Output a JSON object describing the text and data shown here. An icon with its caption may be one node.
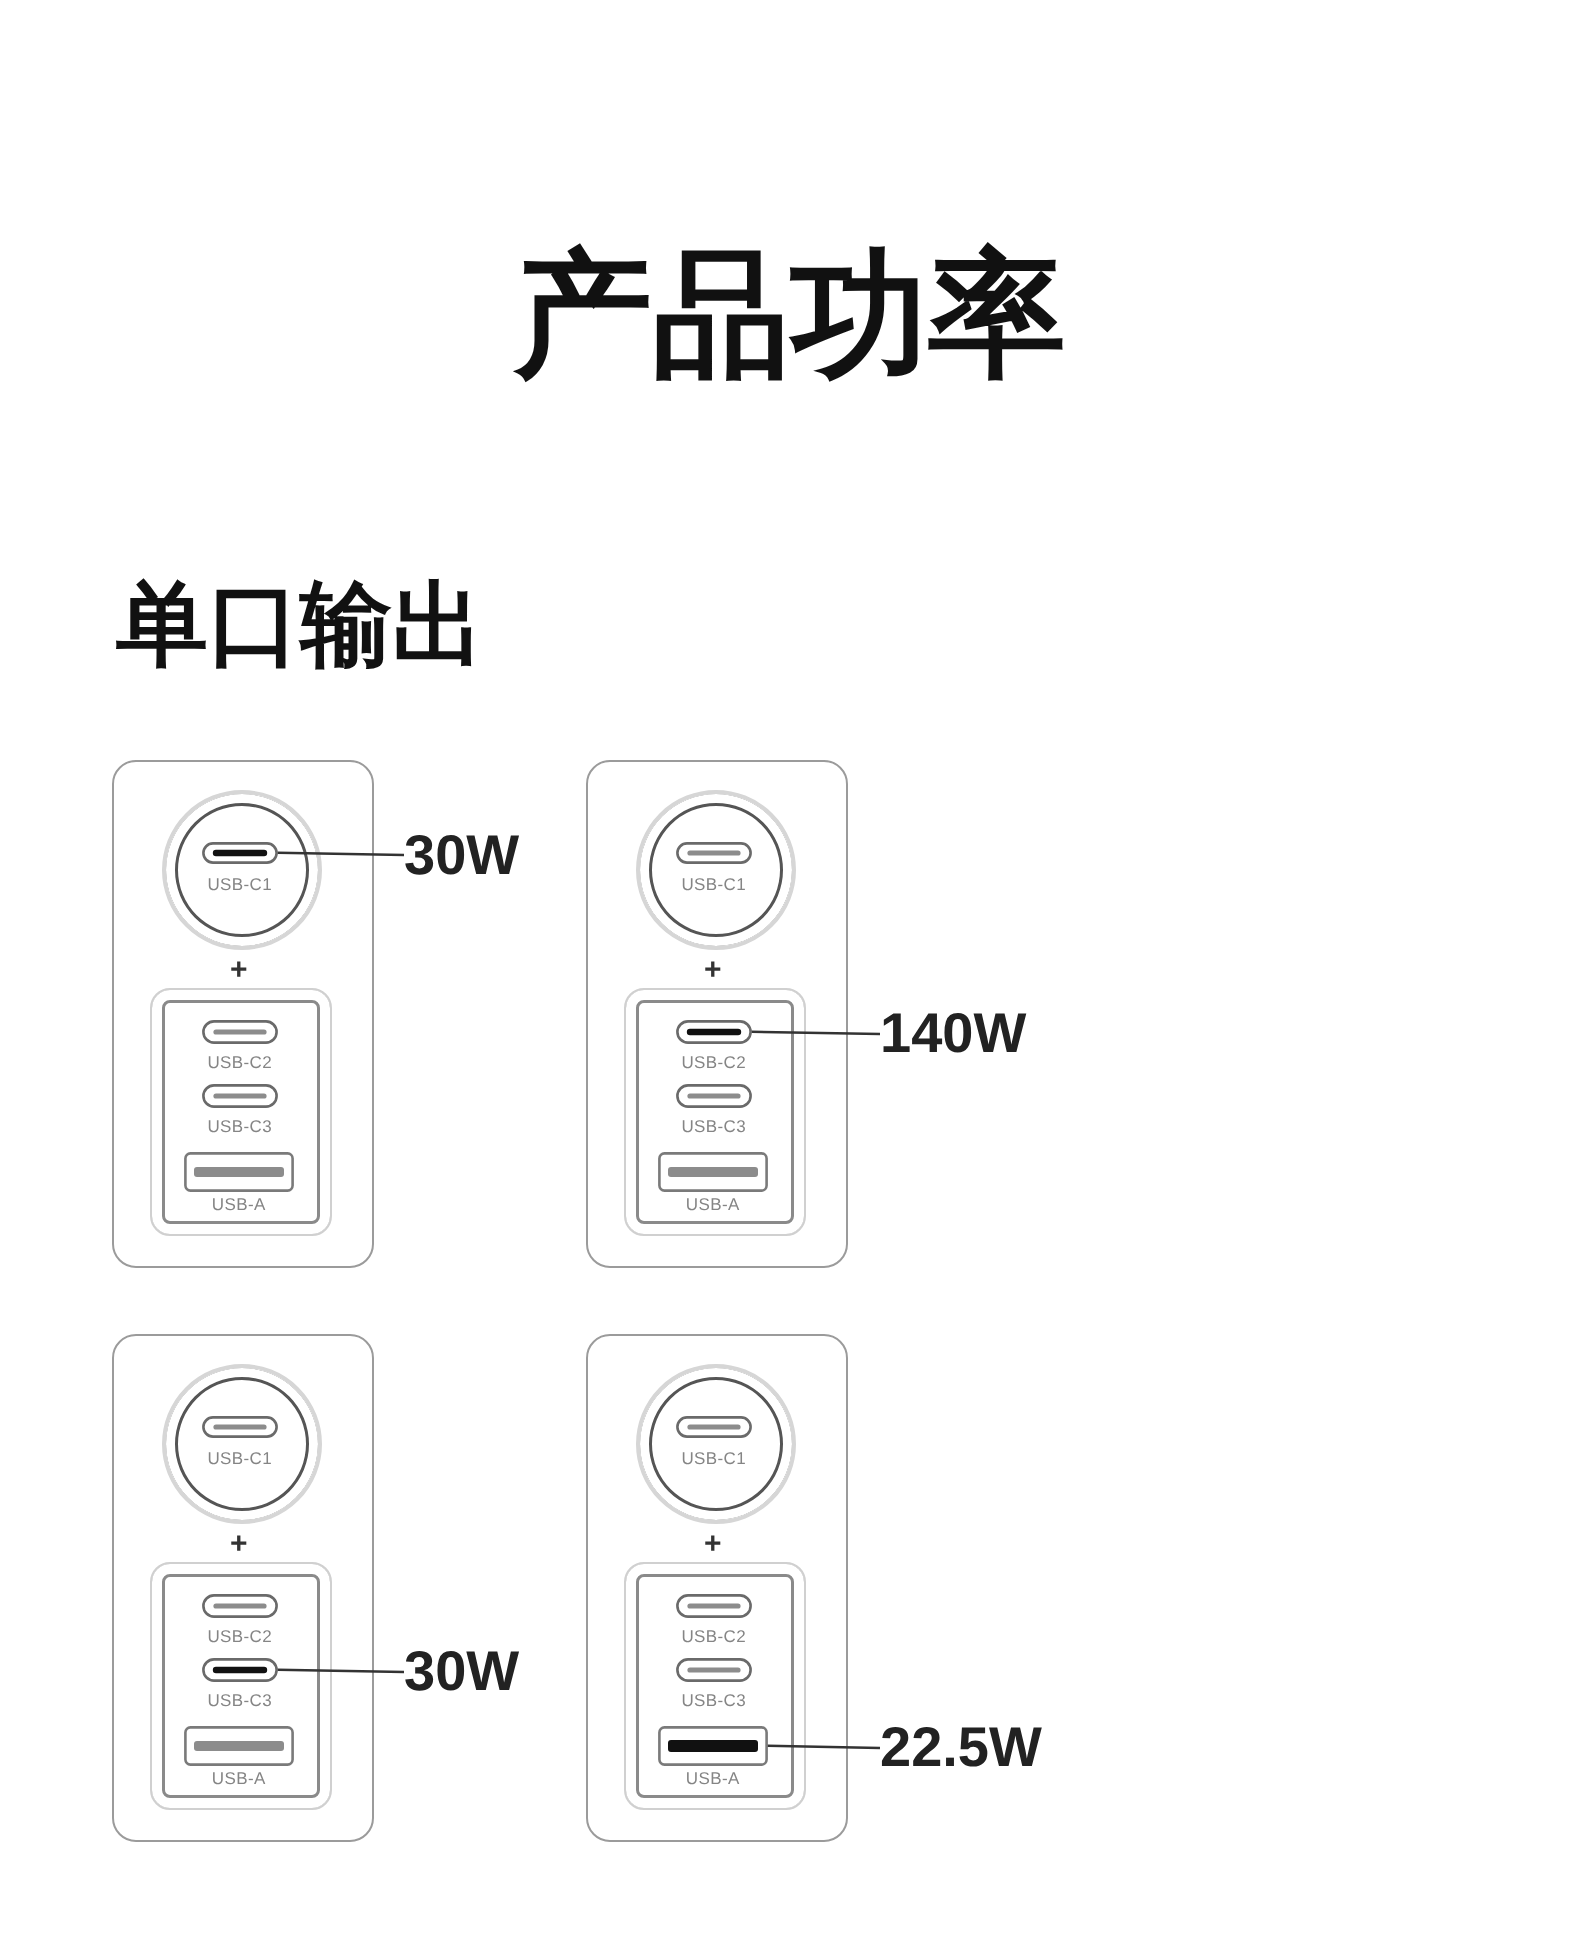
{
  "diagram": {
    "title": "产品功率",
    "nodes": [
      {
        "text": [],
        "shape": "box"
      },
      {
        "text": [],
        "shape": "circle",
        "in": 0
      },
      {
        "text": [
          "USB-C1"
        ],
        "in": 1
      },
      {
        "text": [],
        "shape": "box",
        "in": 0
      },
      {
        "text": [
          "USB-C2"
        ],
        "in": 3
      },
      {
        "text": [
          "USB-C3"
        ],
        "in": 3
      },
      {
        "text": [
          "USB-A"
        ],
        "in": 3
      },
      {
        "text": [
          "30W"
        ]
      },
      {
        "text": [],
        "shape": "box"
      },
      {
        "text": [],
        "shape": "circle",
        "in": 8
      },
      {
        "text": [
          "USB-C1"
        ],
        "in": 9
      },
      {
        "text": [],
        "shape": "box",
        "in": 8
      },
      {
        "text": [
          "USB-C2"
        ],
        "in": 11
      },
      {
        "text": [
          "USB-C3"
        ],
        "in": 11
      },
      {
        "text": [
          "USB-A"
        ],
        "in": 11
      },
      {
        "text": [
          "140W"
        ]
      },
      {
        "text": [],
        "shape": "box"
      },
      {
        "text": [],
        "shape": "circle",
        "in": 16
      },
      {
        "text": [
          "USB-C1"
        ],
        "in": 17
      },
      {
        "text": [],
        "shape": "box",
        "in": 16
      },
      {
        "text": [
          "USB-C2"
        ],
        "in": 19
      },
      {
        "text": [
          "USB-C3"
        ],
        "in": 19
      },
      {
        "text": [
          "USB-A"
        ],
        "in": 19
      },
      {
        "text": [
          "30W"
        ]
      },
      {
        "text": [],
        "shape": "box"
      },
      {
        "text": [],
        "shape": "circle",
        "in": 24
      },
      {
        "text": [
          "USB-C1"
        ],
        "in": 25
      },
      {
        "text": [],
        "shape": "box",
        "in": 24
      },
      {
        "text": [
          "USB-C2"
        ],
        "in": 27
      },
      {
        "text": [
          "USB-C3"
        ],
        "in": 27
      },
      {
        "text": [
          "USB-A"
        ],
        "in": 27
      },
      {
        "text": [
          "22.5W"
        ]
      }
    ],
    "edges": [
      {
        "from": 7,
        "to": 2,
        "arrow": "none"
      },
      {
        "from": 15,
        "to": 12,
        "arrow": "none"
      },
      {
        "from": 23,
        "to": 21,
        "arrow": "none"
      },
      {
        "from": 31,
        "to": 30,
        "arrow": "none"
      }
    ],
    "labels": [
      "单口输出",
      "+",
      "+",
      "+",
      "+"
    ]
  }
}
